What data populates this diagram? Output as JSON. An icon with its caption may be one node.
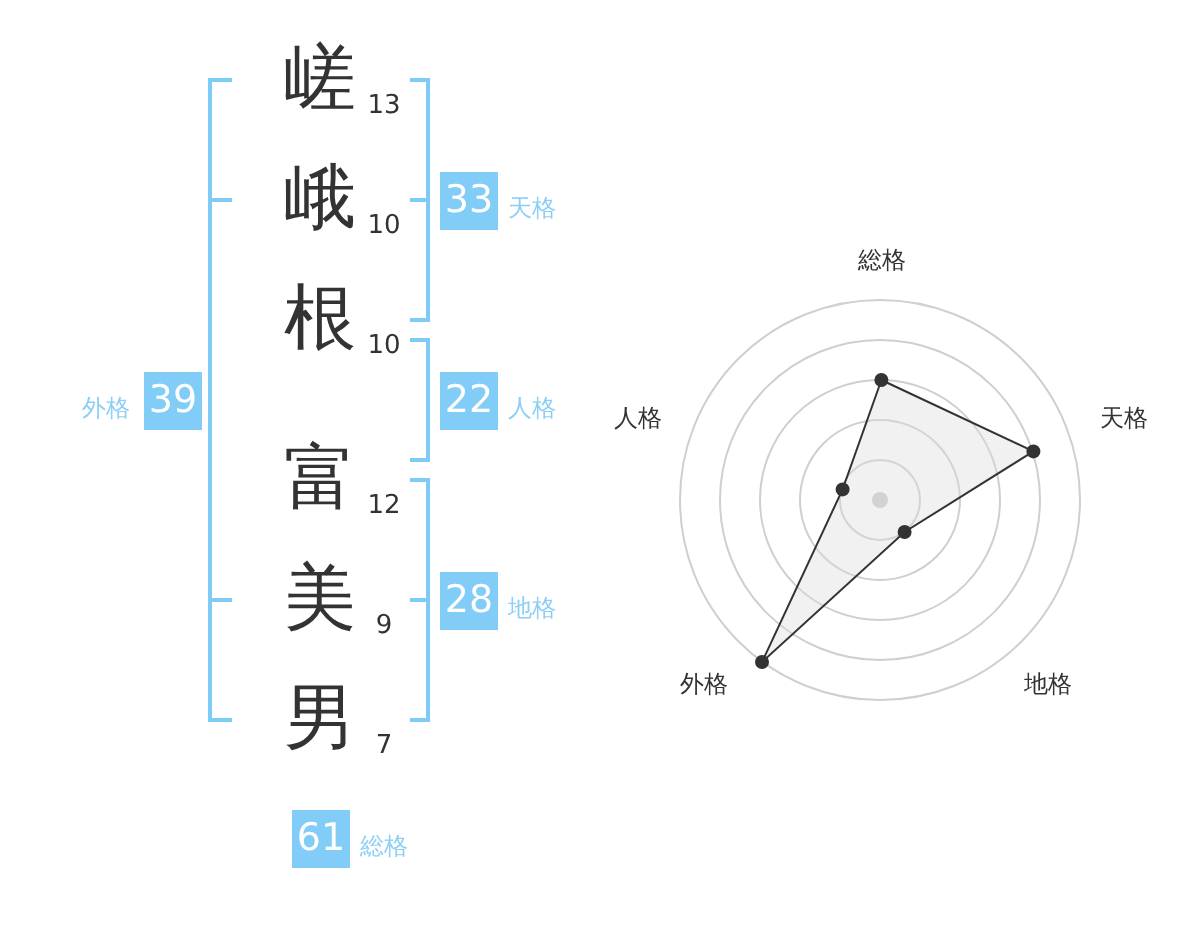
{
  "diagram": {
    "nodes": [
      {
        "text": [
          "33"
        ],
        "beside": [
          "天格"
        ]
      },
      {
        "text": [
          "39"
        ],
        "beside": [
          "外格"
        ]
      },
      {
        "text": [
          "22"
        ],
        "beside": [
          "人格"
        ]
      },
      {
        "text": [
          "28"
        ],
        "beside": [
          "地格"
        ]
      },
      {
        "text": [
          "61"
        ],
        "beside": [
          "総格"
        ]
      }
    ],
    "labels": [
      "嵯",
      "13",
      "峨",
      "10",
      "根",
      "10",
      "富",
      "12",
      "美",
      "9",
      "男",
      "7",
      "総格",
      "人格",
      "天格",
      "外格",
      "地格"
    ]
  }
}
